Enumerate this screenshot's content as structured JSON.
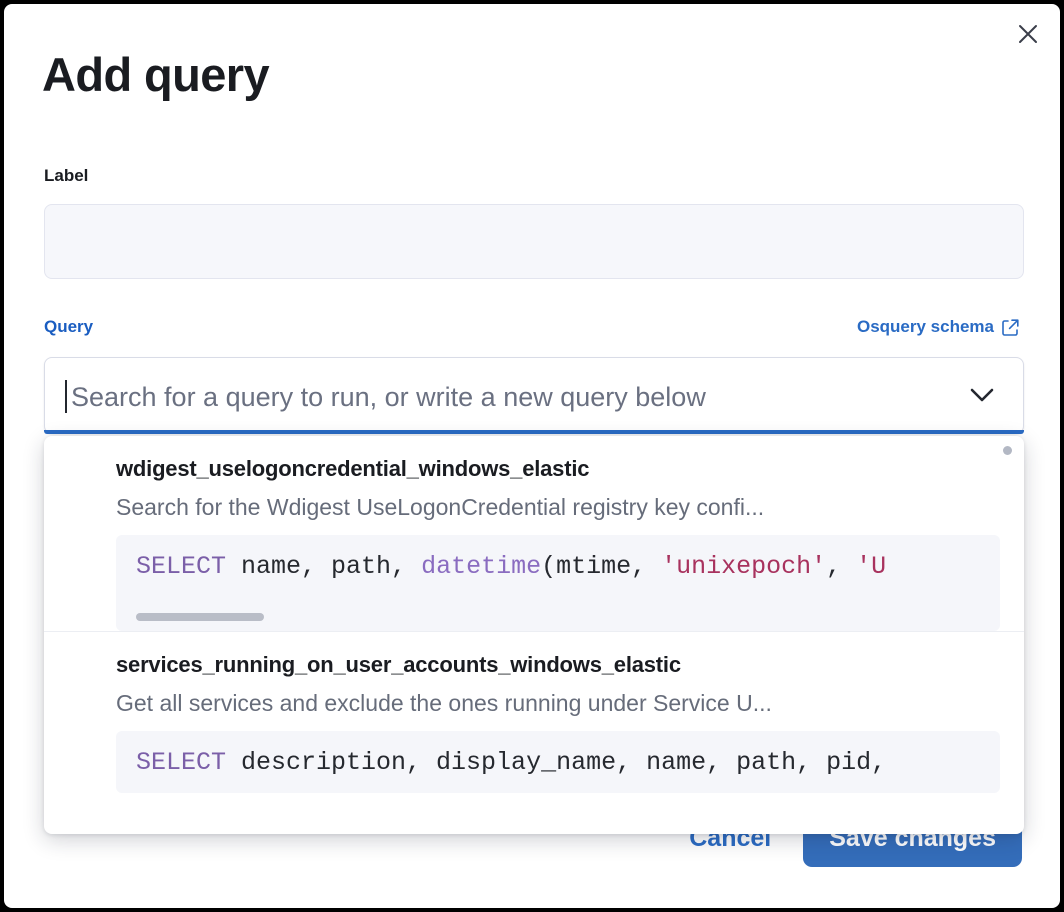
{
  "modal": {
    "title": "Add query",
    "close_icon": "close-icon"
  },
  "form": {
    "label_field": {
      "label": "Label",
      "value": "",
      "placeholder": ""
    },
    "query_field": {
      "label": "Query",
      "schema_link": "Osquery schema",
      "schema_link_icon": "external-link-icon",
      "placeholder": "Search for a query to run, or write a new query below",
      "value": "",
      "chevron_icon": "chevron-down-icon"
    }
  },
  "dropdown": {
    "options": [
      {
        "name": "wdigest_uselogoncredential_windows_elastic",
        "description": "Search for the Wdigest UseLogonCredential registry key confi...",
        "code": {
          "keyword": "SELECT",
          "body_1": " name, path, ",
          "function": "datetime",
          "body_2": "(mtime, ",
          "string_1": "'unixepoch'",
          "body_3": ", ",
          "string_2": "'U"
        },
        "has_hscrollbar": true
      },
      {
        "name": "services_running_on_user_accounts_windows_elastic",
        "description": "Get all services and exclude the ones running under Service U...",
        "code": {
          "keyword": "SELECT",
          "body_1": " description, display_name, name, path, pid,",
          "function": "",
          "body_2": "",
          "string_1": "",
          "body_3": "",
          "string_2": ""
        },
        "has_hscrollbar": false
      }
    ]
  },
  "footer": {
    "cancel_label": "Cancel",
    "save_label": "Save changes"
  },
  "colors": {
    "accent_blue": "#2a6bc4",
    "save_button_blue": "#346dba",
    "sql_keyword_purple": "#7b5fa8",
    "sql_string_crimson": "#a8325e",
    "text_dark": "#1a1c21",
    "text_muted": "#666c7a",
    "input_bg": "#f6f7fb",
    "code_bg": "#f5f6fa"
  }
}
